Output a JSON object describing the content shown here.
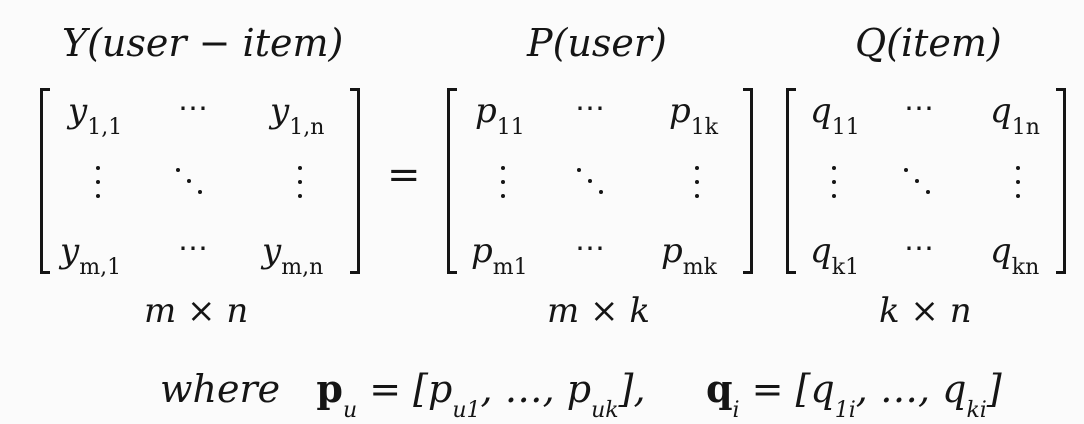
{
  "titles": {
    "y": "Y(user − item)",
    "p": "P(user)",
    "q": "Q(item)"
  },
  "matrices": {
    "y": {
      "top_left": "y",
      "top_left_sub": "1,1",
      "top_right": "y",
      "top_right_sub": "1,n",
      "bottom_left": "y",
      "bottom_left_sub": "m,1",
      "bottom_right": "y",
      "bottom_right_sub": "m,n"
    },
    "p": {
      "top_left": "p",
      "top_left_sub": "11",
      "top_right": "p",
      "top_right_sub": "1k",
      "bottom_left": "p",
      "bottom_left_sub": "m1",
      "bottom_right": "p",
      "bottom_right_sub": "mk"
    },
    "q": {
      "top_left": "q",
      "top_left_sub": "11",
      "top_right": "q",
      "top_right_sub": "1n",
      "bottom_left": "q",
      "bottom_left_sub": "k1",
      "bottom_right": "q",
      "bottom_right_sub": "kn"
    }
  },
  "operators": {
    "equals": "=",
    "ellipsis_h": "⋯"
  },
  "dimensions": {
    "y": "m × n",
    "p": "m × k",
    "q": "k × n"
  },
  "formula": {
    "where": "where",
    "pu_symbol": "p",
    "pu_sub": "u",
    "pu_rhs_open": " = [p",
    "pu_rhs_sub1": "u1",
    "pu_rhs_mid": ", …, p",
    "pu_rhs_sub2": "uk",
    "pu_rhs_close": "],",
    "qi_symbol": "q",
    "qi_sub": "i",
    "qi_rhs_open": " = [q",
    "qi_rhs_sub1": "1i",
    "qi_rhs_mid": ", …, q",
    "qi_rhs_sub2": "ki",
    "qi_rhs_close": "]"
  }
}
